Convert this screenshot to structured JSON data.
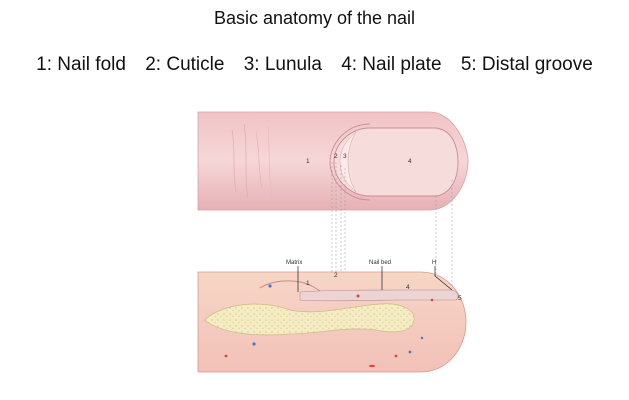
{
  "title": "Basic anatomy of the nail",
  "legend": [
    {
      "text": "1: Nail fold"
    },
    {
      "text": "2: Cuticle"
    },
    {
      "text": "3: Lunula"
    },
    {
      "text": "4: Nail plate"
    },
    {
      "text": "5: Distal groove"
    }
  ],
  "diagram": {
    "top_numbers": {
      "n1": "1",
      "n2": "2",
      "n3": "3",
      "n4": "4"
    },
    "section_labels": {
      "matrix": "Matrix",
      "nail_bed": "Nail bed",
      "h": "H"
    },
    "section_numbers": {
      "n1": "1",
      "n2": "2",
      "n4": "4",
      "n5": "5"
    }
  },
  "colors": {
    "skin": "#f3c9cb",
    "skin_dark": "#e3a9ad",
    "nail": "#f6dada",
    "bone": "#f4ecc3",
    "tissue": "#f9dcc4"
  }
}
